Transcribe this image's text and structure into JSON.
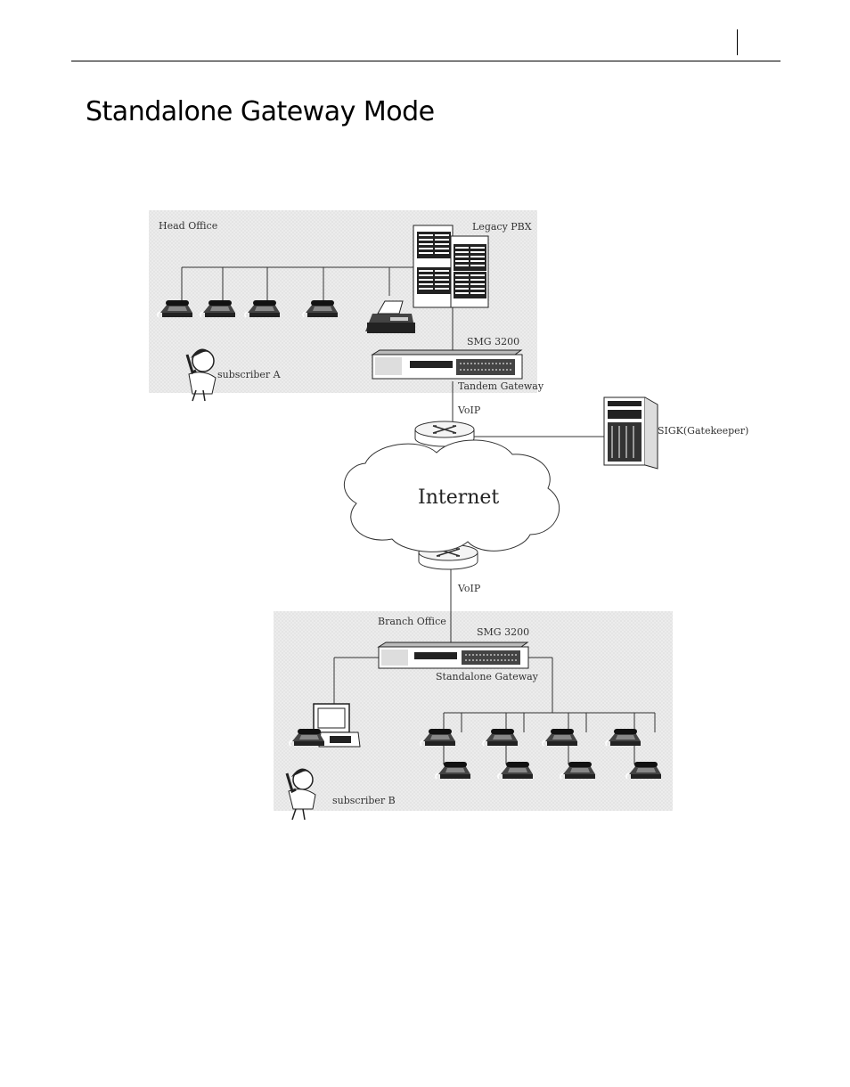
{
  "page": {
    "title": "Standalone Gateway Mode"
  },
  "diagram": {
    "head_office": "Head Office",
    "legacy_pbx": "Legacy PBX",
    "smg_top": "SMG 3200",
    "subscriber_a": "subscriber A",
    "tandem_gateway": "Tandem Gateway",
    "voip_top": "VoIP",
    "sigk": "SIGK(Gatekeeper)",
    "internet": "Internet",
    "voip_bottom": "VoIP",
    "branch_office": "Branch Office",
    "smg_bottom": "SMG 3200",
    "standalone_gateway": "Standalone Gateway",
    "subscriber_b": "subscriber B"
  },
  "colors": {
    "office_bg": "#e6e6e6",
    "line": "#333333"
  }
}
